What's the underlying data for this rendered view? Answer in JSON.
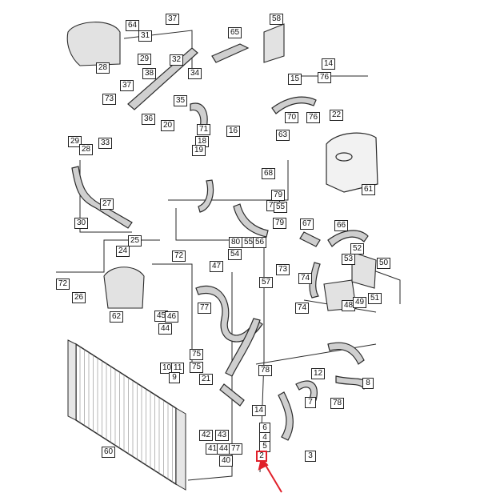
{
  "diagram": {
    "labels": [
      "64",
      "37",
      "58",
      "31",
      "32",
      "65",
      "28",
      "29",
      "38",
      "14",
      "34",
      "76",
      "37",
      "15",
      "73",
      "35",
      "36",
      "20",
      "71",
      "18",
      "19",
      "70",
      "76",
      "22",
      "33",
      "16",
      "63",
      "29",
      "28",
      "68",
      "79",
      "75",
      "55",
      "79",
      "61",
      "27",
      "30",
      "67",
      "66",
      "25",
      "24",
      "72",
      "80",
      "55",
      "56",
      "54",
      "53",
      "52",
      "50",
      "72",
      "26",
      "47",
      "57",
      "74",
      "74",
      "73",
      "48",
      "49",
      "51",
      "62",
      "45",
      "46",
      "44",
      "77",
      "75",
      "10",
      "11",
      "9",
      "75",
      "78",
      "12",
      "7",
      "8",
      "21",
      "14",
      "78",
      "6",
      "4",
      "5",
      "60",
      "42",
      "41",
      "44",
      "77",
      "43",
      "40",
      "2",
      "3"
    ],
    "highlighted_label": "2",
    "colors": {
      "line": "#2a2a2a",
      "hose_fill": "#cfcfcf",
      "highlight": "#e0202a"
    }
  }
}
